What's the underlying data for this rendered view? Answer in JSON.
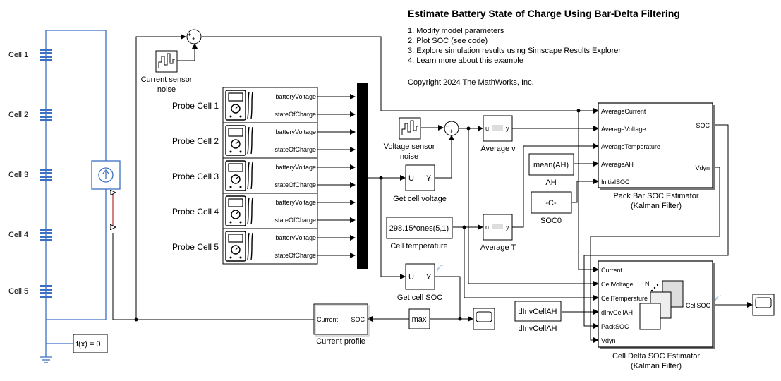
{
  "header": {
    "title": "Estimate Battery State of Charge Using Bar-Delta Filtering",
    "links": [
      "1. Modify model parameters",
      "2. Plot SOC (see code)",
      "3. Explore simulation results using Simscape Results Explorer",
      "4. Learn more about this example"
    ],
    "copyright": "Copyright 2024 The MathWorks, Inc."
  },
  "cells": [
    "Cell 1",
    "Cell 2",
    "Cell 3",
    "Cell 4",
    "Cell 5"
  ],
  "probes": {
    "labels": [
      "Probe Cell 1",
      "Probe Cell 2",
      "Probe Cell 3",
      "Probe Cell 4",
      "Probe Cell 5"
    ],
    "port_voltage": "batteryVoltage",
    "port_soc": "stateOfCharge"
  },
  "blocks": {
    "current_noise": "Current sensor\nnoise",
    "voltage_noise": "Voltage sensor\nnoise",
    "get_cell_voltage": {
      "label": "Get cell voltage",
      "in": "U",
      "out": "Y"
    },
    "get_cell_soc": {
      "label": "Get cell SOC",
      "in": "U",
      "out": "Y"
    },
    "average_v": {
      "label": "Average v",
      "in": "u",
      "out": "y"
    },
    "average_t": {
      "label": "Average T",
      "in": "u",
      "out": "y"
    },
    "cell_temperature": {
      "text": "298.15*ones(5,1)",
      "label": "Cell temperature"
    },
    "ah": {
      "text": "mean(AH)",
      "label": "AH"
    },
    "soc0": {
      "text": "-C-",
      "label": "SOC0"
    },
    "dinvcellah": {
      "text": "dInvCellAH",
      "label": "dInvCellAH"
    },
    "max": "max",
    "current_profile": {
      "label": "Current profile",
      "in": "Current",
      "out": "SOC"
    },
    "fx": "f(x) = 0",
    "sum_symbol": "+",
    "sum_symbol2": "+"
  },
  "pack_estimator": {
    "label_line1": "Pack Bar SOC Estimator",
    "label_line2": "(Kalman Filter)",
    "inputs": [
      "AverageCurrent",
      "AverageVoltage",
      "AverageTemperature",
      "AverageAH",
      "InitialSOC"
    ],
    "outputs": [
      "SOC",
      "Vdyn"
    ]
  },
  "cell_estimator": {
    "label_line1": "Cell Delta SOC Estimator",
    "label_line2": "(Kalman Filter)",
    "inputs": [
      "Current",
      "CellVoltage",
      "CellTemperature",
      "dInvCellAH",
      "PackSOC",
      "Vdyn"
    ],
    "output": "CellSOC",
    "iter": "N"
  },
  "colors": {
    "physical_line": "#3a6fc4",
    "signal_line": "#000000",
    "block_border": "#000000",
    "sensor_red": "#b03030"
  }
}
